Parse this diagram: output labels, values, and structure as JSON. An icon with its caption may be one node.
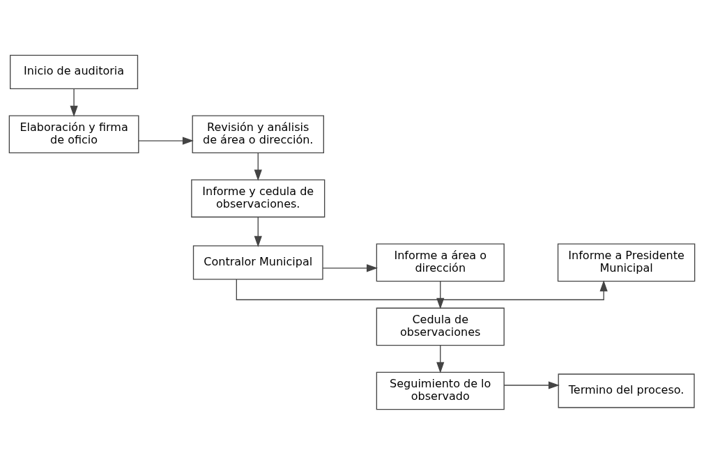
{
  "diagram": {
    "nodes": [
      {
        "text": [
          "Inicio de auditoria"
        ]
      },
      {
        "text": [
          "Elaboración y firma de oficio"
        ]
      },
      {
        "text": [
          "Revisión y análisis de área o dirección."
        ]
      },
      {
        "text": [
          "Informe y cedula de observaciones."
        ]
      },
      {
        "text": [
          "Informe a Presidente Municipal"
        ]
      },
      {
        "text": [
          "Contralor Municipal"
        ]
      },
      {
        "text": [
          "Informe a área o dirección"
        ]
      },
      {
        "text": [
          "Cedula de observaciones"
        ]
      },
      {
        "text": [
          "Seguimiento de lo observado"
        ]
      },
      {
        "text": [
          "Termino del proceso."
        ]
      }
    ],
    "edges": [
      {
        "from": 0,
        "to": 1,
        "arrow": "to"
      },
      {
        "from": 1,
        "to": 2,
        "arrow": "to"
      },
      {
        "from": 2,
        "to": 3,
        "arrow": "to"
      },
      {
        "from": 3,
        "to": 5,
        "arrow": "to"
      },
      {
        "from": 5,
        "to": 4,
        "arrow": "to"
      },
      {
        "from": 5,
        "to": 6,
        "arrow": "to"
      },
      {
        "from": 6,
        "to": 7,
        "arrow": "to"
      },
      {
        "from": 7,
        "to": 8,
        "arrow": "to"
      },
      {
        "from": 8,
        "to": 9,
        "arrow": "to"
      }
    ]
  }
}
